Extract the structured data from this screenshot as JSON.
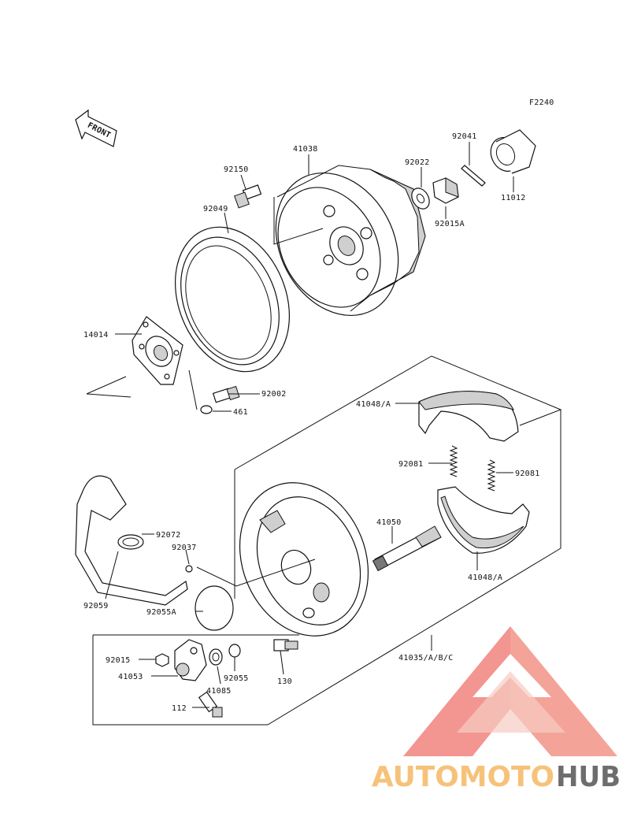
{
  "figure_code": "F2240",
  "front_label": "FRONT",
  "parts": [
    {
      "id": "p41038",
      "label": "41038"
    },
    {
      "id": "p92150",
      "label": "92150"
    },
    {
      "id": "p92049",
      "label": "92049"
    },
    {
      "id": "p92022",
      "label": "92022"
    },
    {
      "id": "p92041",
      "label": "92041"
    },
    {
      "id": "p92015A",
      "label": "92015A"
    },
    {
      "id": "p11012",
      "label": "11012"
    },
    {
      "id": "p14014",
      "label": "14014"
    },
    {
      "id": "p92002",
      "label": "92002"
    },
    {
      "id": "p461",
      "label": "461"
    },
    {
      "id": "p41048A_top",
      "label": "41048/A"
    },
    {
      "id": "p92081_l",
      "label": "92081"
    },
    {
      "id": "p92081_r",
      "label": "92081"
    },
    {
      "id": "p41050",
      "label": "41050"
    },
    {
      "id": "p41048A_bot",
      "label": "41048/A"
    },
    {
      "id": "p92072",
      "label": "92072"
    },
    {
      "id": "p92037",
      "label": "92037"
    },
    {
      "id": "p92059",
      "label": "92059"
    },
    {
      "id": "p92055A",
      "label": "92055A"
    },
    {
      "id": "p41035",
      "label": "41035/A/B/C"
    },
    {
      "id": "p92015",
      "label": "92015"
    },
    {
      "id": "p41053",
      "label": "41053"
    },
    {
      "id": "p41085",
      "label": "41085"
    },
    {
      "id": "p92055",
      "label": "92055"
    },
    {
      "id": "p130",
      "label": "130"
    },
    {
      "id": "p112",
      "label": "112"
    }
  ],
  "watermark": {
    "part1": "AUTOMOTO",
    "part2": "HUB",
    "color_primary": "#f08a83",
    "color_secondary": "#f6c27a",
    "color_tertiary": "#6d6d6d"
  }
}
